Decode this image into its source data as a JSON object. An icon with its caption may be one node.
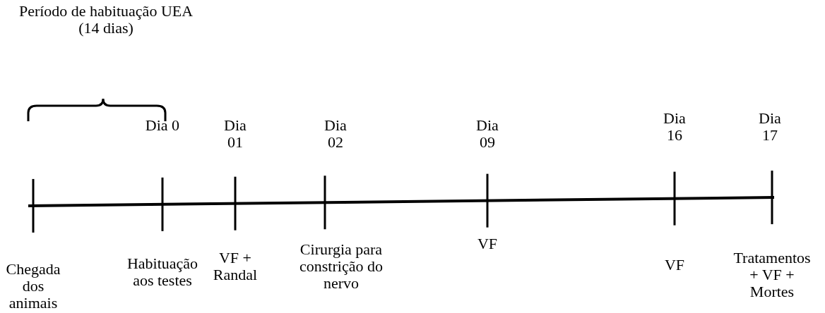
{
  "diagram": {
    "labels": [
      "Período de habituação UEA (14 dias)",
      "Dia 0",
      "Dia 01",
      "Dia 02",
      "Dia 09",
      "Dia 16",
      "Dia 17",
      "Chegada dos animais",
      "Habituação aos testes",
      "VF + Randal",
      "Cirurgia para constrição do nervo",
      "VF",
      "VF",
      "Tratamentos + VF + Mortes"
    ]
  }
}
